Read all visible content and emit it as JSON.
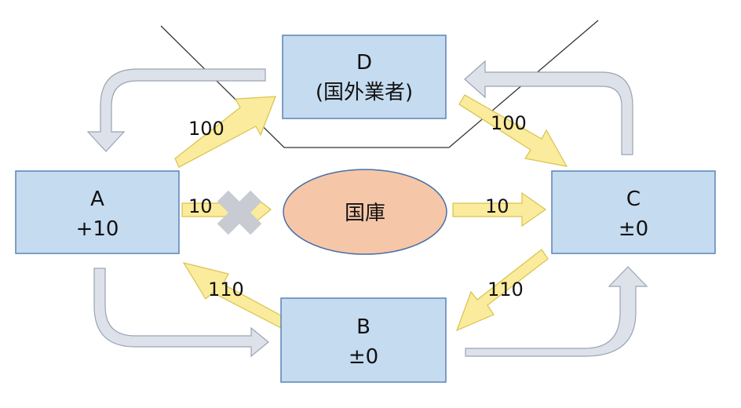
{
  "colors": {
    "box_fill": "#c5dbf0",
    "box_stroke": "#5b83b5",
    "ellipse_fill": "#f5c7a8",
    "ellipse_stroke": "#4a6fa5",
    "flow_arrow_fill": "#fbeb9c",
    "flow_arrow_stroke": "#d8c24e",
    "circulation_arrow_fill": "#dde2ea",
    "circulation_arrow_stroke": "#9aa4b2",
    "cross_fill": "#c8cbd1",
    "line": "#333333"
  },
  "nodes": {
    "a": {
      "line1": "A",
      "line2": "+10"
    },
    "b": {
      "line1": "B",
      "line2": "±0"
    },
    "c": {
      "line1": "C",
      "line2": "±0"
    },
    "d": {
      "line1": "D",
      "line2": "(国外業者)"
    },
    "treasury": {
      "label": "国庫"
    }
  },
  "flows": {
    "a_to_d": "100",
    "d_to_c": "100",
    "a_to_treasury": "10",
    "treasury_to_c": "10",
    "b_to_a": "110",
    "c_to_b": "110"
  },
  "icons": {
    "blocked_flow": "cross-icon"
  }
}
